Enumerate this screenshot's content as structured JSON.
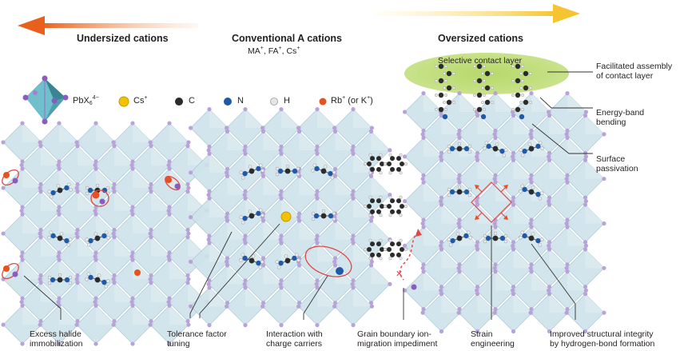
{
  "headers": {
    "undersized": "Undersized cations",
    "conventional": "Conventional A cations",
    "conventional_sub_ma": "MA",
    "conventional_sub_fa": "FA",
    "conventional_sub_cs": "Cs",
    "plus": "+",
    "oversized": "Oversized cations"
  },
  "legend": {
    "octahedron_base": "PbX",
    "octahedron_sub": "6",
    "octahedron_sup": "4−",
    "cs": "Cs",
    "c": "C",
    "n": "N",
    "h": "H",
    "rb_main": "Rb",
    "rb_alt": " (or K",
    "rb_close": ")"
  },
  "contact_layer": "Selective contact layer",
  "right_labels": {
    "assembly_line1": "Facilitated assembly",
    "assembly_line2": "of contact layer",
    "bending_line1": "Energy-band",
    "bending_line2": "bending",
    "passivation_line1": "Surface",
    "passivation_line2": "passivation"
  },
  "captions": {
    "halide_line1": "Excess halide",
    "halide_line2": "immobilization",
    "tolerance_line1": "Tolerance factor",
    "tolerance_line2": "tuning",
    "interaction_line1": "Interaction with",
    "interaction_line2": "charge carriers",
    "grain_line1": "Grain boundary ion-",
    "grain_line2": "migration  impediment",
    "strain_line1": "Strain",
    "strain_line2": "engineering",
    "integrity_line1": "Improved structural integrity",
    "integrity_line2": "by hydrogen-bond formation"
  },
  "colors": {
    "arrow_left": "#e8601c",
    "arrow_right": "#f6c431",
    "octahedron": "#cfe3ea",
    "octahedron_edge": "#a9c8d3",
    "halide_dot": "#b9a2d8",
    "cs_atom": "#f2c200",
    "c_atom": "#2b2b2b",
    "n_atom": "#1f5aa8",
    "h_atom": "#ececec",
    "rb_atom": "#e8501e",
    "contact_layer": "#b7d96a",
    "highlight_ring": "#e04848"
  }
}
